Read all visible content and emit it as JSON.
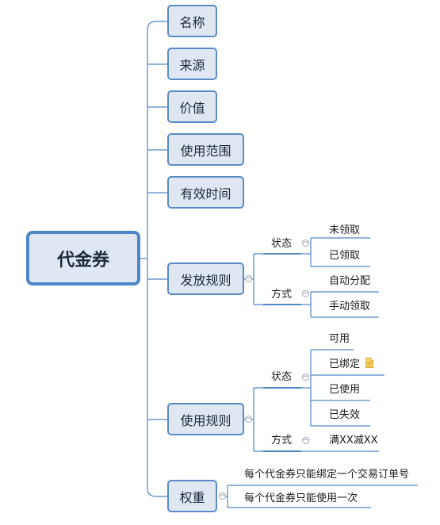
{
  "root": {
    "label": "代金券"
  },
  "topics": [
    {
      "label": "名称"
    },
    {
      "label": "来源"
    },
    {
      "label": "价值"
    },
    {
      "label": "使用范围"
    },
    {
      "label": "有效时间"
    },
    {
      "label": "发放规则",
      "children": [
        {
          "label": "状态",
          "children": [
            "未领取",
            "已领取"
          ]
        },
        {
          "label": "方式",
          "children": [
            "自动分配",
            "手动领取"
          ]
        }
      ]
    },
    {
      "label": "使用规则",
      "children": [
        {
          "label": "状态",
          "children": [
            "可用",
            "已绑定",
            "已使用",
            "已失效"
          ]
        },
        {
          "label": "方式",
          "children": [
            "满XX减XX"
          ]
        }
      ]
    },
    {
      "label": "权重",
      "children_text": [
        "每个代金券只能绑定一个交易订单号",
        "每个代金券只能使用一次"
      ]
    }
  ],
  "icons": {
    "collapse": "minus-circle-icon",
    "note": "note-icon"
  },
  "colors": {
    "node_fill": "#dfe7f3",
    "node_border": "#5b8bc7",
    "line": "#4f86c6"
  }
}
